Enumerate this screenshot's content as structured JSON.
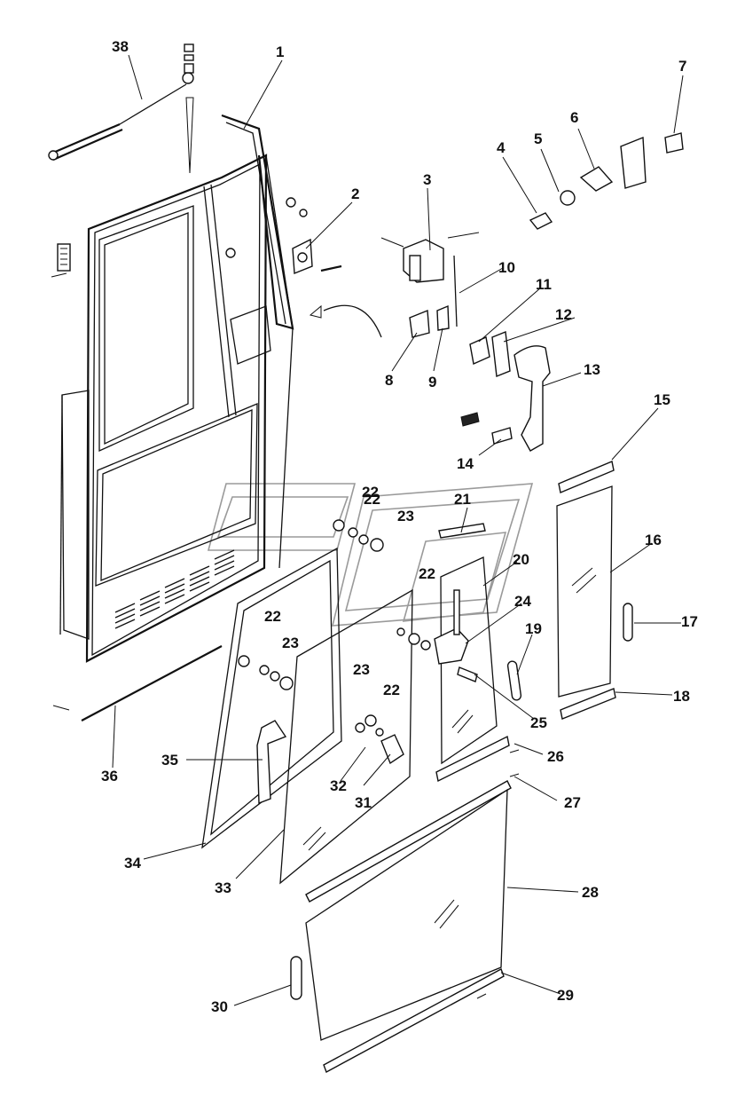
{
  "labels": [
    "38",
    "1",
    "2",
    "3",
    "4",
    "5",
    "6",
    "7",
    "10",
    "11",
    "12",
    "8",
    "9",
    "13",
    "14",
    "15",
    "16",
    "17",
    "18",
    "19",
    "20",
    "21",
    "22",
    "23",
    "24",
    "25",
    "26",
    "27",
    "28",
    "29",
    "30",
    "31",
    "32",
    "33",
    "34",
    "35",
    "36"
  ],
  "diagram": {
    "type": "exploded-parts-diagram",
    "subject": "cab door assembly",
    "callout_count": 37
  }
}
